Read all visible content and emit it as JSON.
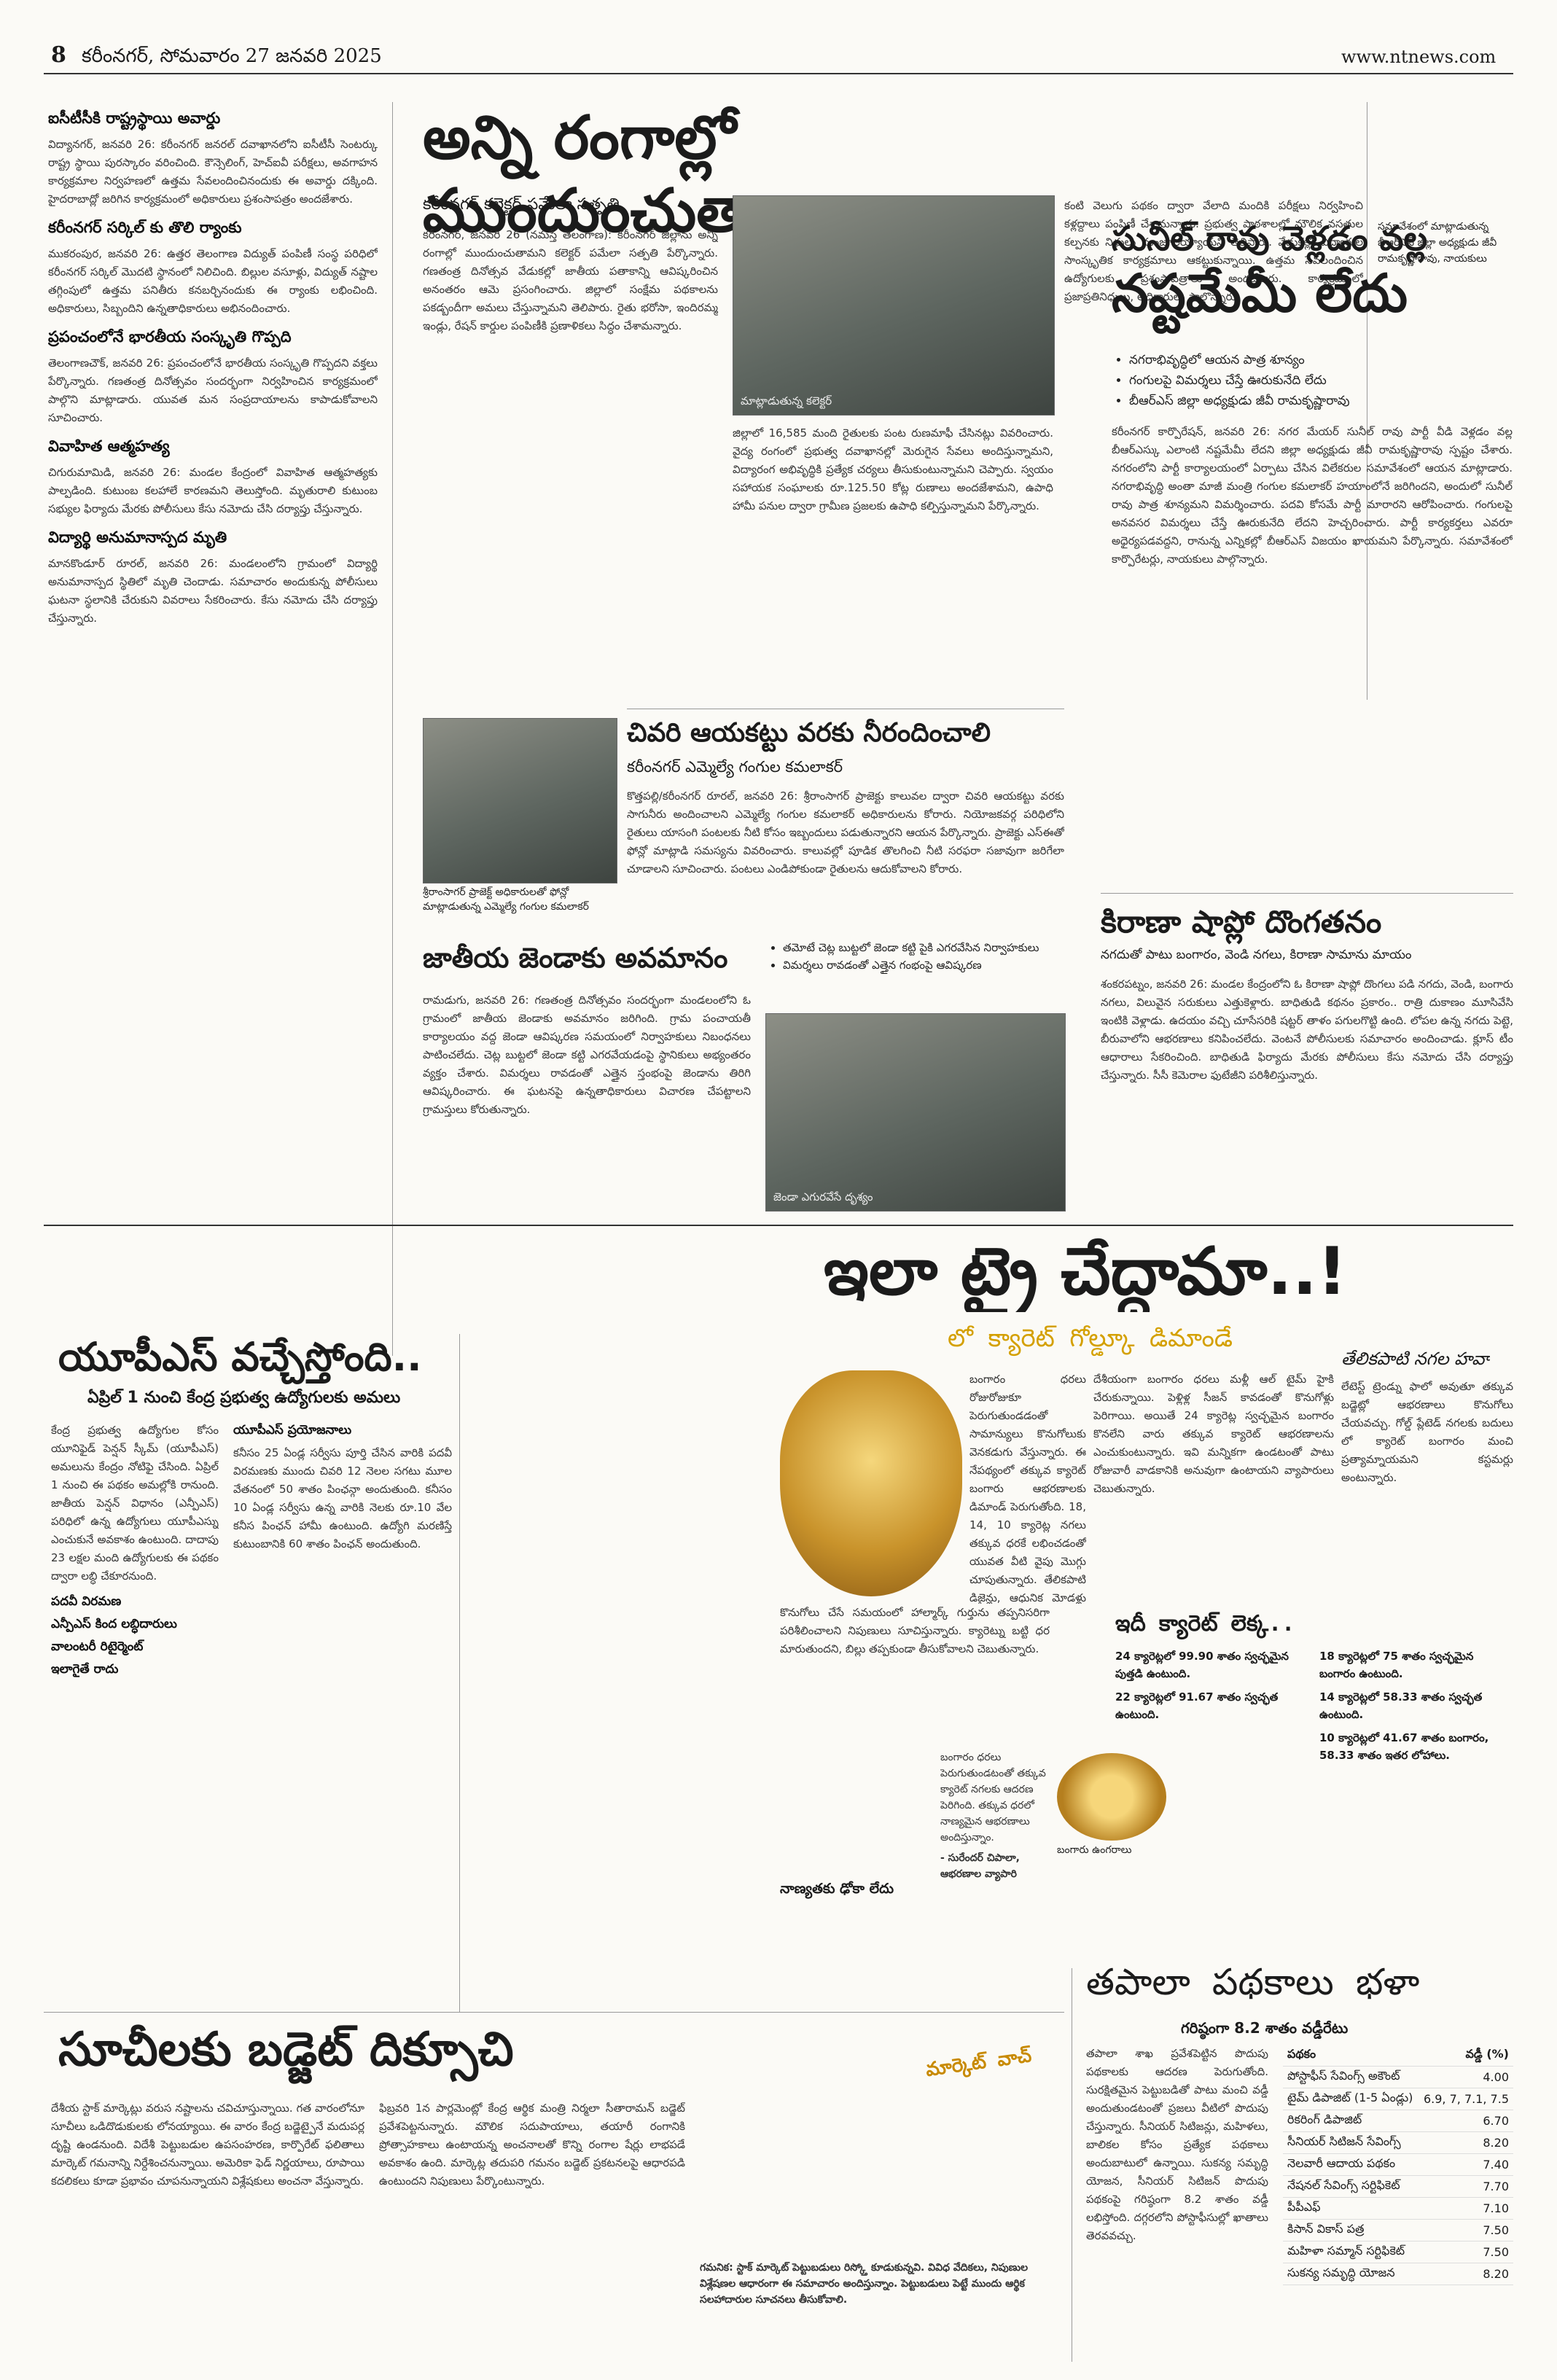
{
  "masthead": {
    "page_number": "8",
    "edition": "కరీంనగర్, సోమవారం 27 జనవరి 2025",
    "website": "www.ntnews.com"
  },
  "left_column": [
    {
      "title": "ఐసీటీసీకి రాష్ట్రస్థాయి అవార్డు",
      "body": "విద్యానగర్, జనవరి 26: కరీంనగర్ జనరల్ దవాఖానలోని ఐసీటీసీ సెంటర్కు రాష్ట్ర స్థాయి పురస్కారం వరించింది. కౌన్సెలింగ్, హెచ్ఐవీ పరీక్షలు, అవగాహన కార్యక్రమాల నిర్వహణలో ఉత్తమ సేవలందించినందుకు ఈ అవార్డు దక్కింది. హైదరాబాద్లో జరిగిన కార్యక్రమంలో అధికారులు ప్రశంసాపత్రం అందజేశారు."
    },
    {
      "title": "కరీంనగర్ సర్కిల్ కు తొలి ర్యాంకు",
      "body": "ముకరంపుర, జనవరి 26: ఉత్తర తెలంగాణ విద్యుత్ పంపిణీ సంస్థ పరిధిలో కరీంనగర్ సర్కిల్ మొదటి స్థానంలో నిలిచింది. బిల్లుల వసూళ్లు, విద్యుత్ నష్టాల తగ్గింపులో ఉత్తమ పనితీరు కనబర్చినందుకు ఈ ర్యాంకు లభించింది. అధికారులు, సిబ్బందిని ఉన్నతాధికారులు అభినందించారు."
    },
    {
      "title": "ప్రపంచంలోనే భారతీయ సంస్కృతి గొప్పది",
      "body": "తెలంగాణచౌక్, జనవరి 26: ప్రపంచంలోనే భారతీయ సంస్కృతి గొప్పదని వక్తలు పేర్కొన్నారు. గణతంత్ర దినోత్సవం సందర్భంగా నిర్వహించిన కార్యక్రమంలో పాల్గొని మాట్లాడారు. యువత మన సంప్రదాయాలను కాపాడుకోవాలని సూచించారు."
    },
    {
      "title": "వివాహిత ఆత్మహత్య",
      "body": "చిగురుమామిడి, జనవరి 26: మండల కేంద్రంలో వివాహిత ఆత్మహత్యకు పాల్పడింది. కుటుంబ కలహాలే కారణమని తెలుస్తోంది. మృతురాలి కుటుంబ సభ్యుల ఫిర్యాదు మేరకు పోలీసులు కేసు నమోదు చేసి దర్యాప్తు చేస్తున్నారు."
    },
    {
      "title": "విద్యార్థి అనుమానాస్పద మృతి",
      "body": "మానకొండూర్ రూరల్, జనవరి 26: మండలంలోని గ్రామంలో విద్యార్థి అనుమానాస్పద స్థితిలో మృతి చెందాడు. సమాచారం అందుకున్న పోలీసులు ఘటనా స్థలానికి చేరుకుని వివరాలు సేకరించారు. కేసు నమోదు చేసి దర్యాప్తు చేస్తున్నారు."
    }
  ],
  "lead_story": {
    "headline": "అన్ని రంగాల్లో ముందుంచుతాం",
    "byline": "కరీంనగర్ కలెక్టర్ పమేలా సత్పతి",
    "photo_caption": "మాట్లాడుతున్న కలెక్టర్",
    "body_1": "కరీంనగర్, జనవరి 26 (నమస్తే తెలంగాణ): కరీంనగర్ జిల్లాను అన్ని రంగాల్లో ముందుంచుతామని కలెక్టర్ పమేలా సత్పతి పేర్కొన్నారు. గణతంత్ర దినోత్సవ వేడుకల్లో జాతీయ పతాకాన్ని ఆవిష్కరించిన అనంతరం ఆమె ప్రసంగించారు. జిల్లాలో సంక్షేమ పథకాలను పకడ్బందీగా అమలు చేస్తున్నామని తెలిపారు. రైతు భరోసా, ఇందిరమ్మ ఇండ్లు, రేషన్ కార్డుల పంపిణీకి ప్రణాళికలు సిద్ధం చేశామన్నారు.",
    "body_2": "జిల్లాలో 16,585 మంది రైతులకు పంట రుణమాఫీ చేసినట్లు వివరించారు. వైద్య రంగంలో ప్రభుత్వ దవాఖానల్లో మెరుగైన సేవలు అందిస్తున్నామని, విద్యారంగ అభివృద్ధికి ప్రత్యేక చర్యలు తీసుకుంటున్నామని చెప్పారు. స్వయం సహాయక సంఘాలకు రూ.125.50 కోట్ల రుణాలు అందజేశామని, ఉపాధి హామీ పనుల ద్వారా గ్రామీణ ప్రజలకు ఉపాధి కల్పిస్తున్నామని పేర్కొన్నారు.",
    "body_3": "కంటి వెలుగు పథకం ద్వారా వేలాది మందికి పరీక్షలు నిర్వహించి కళ్లద్దాలు పంపిణీ చేశామన్నారు. ప్రభుత్వ పాఠశాలల్లో మౌలిక వసతుల కల్పనకు నిధులు మంజూరయ్యాయని తెలిపారు. వేడుకల్లో విద్యార్థుల సాంస్కృతిక కార్యక్రమాలు ఆకట్టుకున్నాయి. ఉత్తమ సేవలందించిన ఉద్యోగులకు ప్రశంసాపత్రాలు అందజేశారు. కార్యక్రమంలో ప్రజాప్రతినిధులు, అధికారులు పాల్గొన్నారు."
  },
  "sunil_story": {
    "headline_1": "సునీల్ రావు వెళ్లడం వల్ల",
    "headline_2": "నష్టమేమీ లేదు",
    "side_note": "సమావేశంలో మాట్లాడుతున్న బీఆర్ఎస్ జిల్లా అధ్యక్షుడు జీవీ రామకృష్ణారావు, నాయకులు",
    "bullet_1": "నగరాభివృద్ధిలో ఆయన పాత్ర శూన్యం",
    "bullet_2": "గంగులపై విమర్శలు చేస్తే ఊరుకునేది లేదు",
    "bullet_3": "బీఆర్ఎస్ జిల్లా అధ్యక్షుడు జీవీ రామకృష్ణారావు",
    "body": "కరీంనగర్ కార్పొరేషన్, జనవరి 26: నగర మేయర్ సునీల్ రావు పార్టీ వీడి వెళ్లడం వల్ల బీఆర్ఎస్కు ఎలాంటి నష్టమేమీ లేదని జిల్లా అధ్యక్షుడు జీవీ రామకృష్ణారావు స్పష్టం చేశారు. నగరంలోని పార్టీ కార్యాలయంలో ఏర్పాటు చేసిన విలేకరుల సమావేశంలో ఆయన మాట్లాడారు. నగరాభివృద్ధి అంతా మాజీ మంత్రి గంగుల కమలాకర్ హయాంలోనే జరిగిందని, అందులో సునీల్ రావు పాత్ర శూన్యమని విమర్శించారు. పదవి కోసమే పార్టీ మారారని ఆరోపించారు. గంగులపై అనవసర విమర్శలు చేస్తే ఊరుకునేది లేదని హెచ్చరించారు. పార్టీ కార్యకర్తలు ఎవరూ అధైర్యపడవద్దని, రానున్న ఎన్నికల్లో బీఆర్ఎస్ విజయం ఖాయమని పేర్కొన్నారు. సమావేశంలో కార్పొరేటర్లు, నాయకులు పాల్గొన్నారు."
  },
  "irrigation_story": {
    "headline": "చివరి ఆయకట్టు వరకు నీరందించాలి",
    "byline": "కరీంనగర్ ఎమ్మెల్యే గంగుల కమలాకర్",
    "photo_caption": "శ్రీరాంసాగర్ ప్రాజెక్ట్ అధికారులతో ఫోన్లో మాట్లాడుతున్న ఎమ్మెల్యే గంగుల కమలాకర్",
    "body": "కొత్తపల్లి/కరీంనగర్ రూరల్, జనవరి 26: శ్రీరాంసాగర్ ప్రాజెక్టు కాలువల ద్వారా చివరి ఆయకట్టు వరకు సాగునీరు అందించాలని ఎమ్మెల్యే గంగుల కమలాకర్ అధికారులను కోరారు. నియోజకవర్గ పరిధిలోని రైతులు యాసంగి పంటలకు నీటి కోసం ఇబ్బందులు పడుతున్నారని ఆయన పేర్కొన్నారు. ప్రాజెక్టు ఎస్ఈతో ఫోన్లో మాట్లాడి సమస్యను వివరించారు. కాలువల్లో పూడిక తొలగించి నీటి సరఫరా సజావుగా జరిగేలా చూడాలని సూచించారు. పంటలు ఎండిపోకుండా రైతులను ఆదుకోవాలని కోరారు."
  },
  "flag_story": {
    "headline": "జాతీయ జెండాకు అవమానం",
    "bullet_1": "తమోటే చెట్ల బుట్టలో జెండా కట్టి పైకి ఎగరవేసిన నిర్వాహకులు",
    "bullet_2": "విమర్శలు రావడంతో ఎత్తైన గంభంపై ఆవిష్కరణ",
    "photo_caption": "జెండా ఎగురవేసే దృశ్యం",
    "body": "రామడుగు, జనవరి 26: గణతంత్ర దినోత్సవం సందర్భంగా మండలంలోని ఓ గ్రామంలో జాతీయ జెండాకు అవమానం జరిగింది. గ్రామ పంచాయతీ కార్యాలయం వద్ద జెండా ఆవిష్కరణ సమయంలో నిర్వాహకులు నిబంధనలు పాటించలేదు. చెట్ల బుట్టలో జెండా కట్టి ఎగరవేయడంపై స్థానికులు అభ్యంతరం వ్యక్తం చేశారు. విమర్శలు రావడంతో ఎత్తైన స్తంభంపై జెండాను తిరిగి ఆవిష్కరించారు. ఈ ఘటనపై ఉన్నతాధికారులు విచారణ చేపట్టాలని గ్రామస్తులు కోరుతున్నారు."
  },
  "grocery_story": {
    "headline": "కిరాణా షాప్లో దొంగతనం",
    "subhead": "నగదుతో పాటు బంగారం, వెండి నగలు, కిరాణా సామాను మాయం",
    "body": "శంకరపట్నం, జనవరి 26: మండల కేంద్రంలోని ఓ కిరాణా షాప్లో దొంగలు పడి నగదు, వెండి, బంగారు నగలు, విలువైన సరుకులు ఎత్తుకెళ్లారు. బాధితుడి కథనం ప్రకారం.. రాత్రి దుకాణం మూసివేసి ఇంటికి వెళ్లాడు. ఉదయం వచ్చి చూసేసరికి షట్టర్ తాళం పగులగొట్టి ఉంది. లోపల ఉన్న నగదు పెట్టె, బీరువాలోని ఆభరణాలు కనిపించలేదు. వెంటనే పోలీసులకు సమాచారం అందించాడు. క్లూస్ టీం ఆధారాలు సేకరించింది. బాధితుడి ఫిర్యాదు మేరకు పోలీసులు కేసు నమోదు చేసి దర్యాప్తు చేస్తున్నారు. సీసీ కెమెరాల ఫుటేజీని పరిశీలిస్తున్నారు."
  },
  "gold_feature": {
    "headline": "ఇలా ట్రై చేద్దామా..!",
    "subhead": "లో క్యారెట్ గోల్డ్కూ డిమాండే",
    "side_label": "తేలికపాటి నగల హవా",
    "body_1": "బంగారం ధరలు రోజురోజుకూ పెరుగుతుండడంతో సామాన్యులు కొనుగోలుకు వెనకడుగు వేస్తున్నారు. ఈ నేపథ్యంలో తక్కువ క్యారెట్ బంగారు ఆభరణాలకు డిమాండ్ పెరుగుతోంది. 18, 14, 10 క్యారెట్ల నగలు తక్కువ ధరకే లభించడంతో యువత వీటి వైపు మొగ్గు చూపుతున్నారు. తేలికపాటి డిజైన్లు, ఆధునిక మోడళ్లు ఆకట్టుకుంటున్నాయి.",
    "body_2": "దేశీయంగా బంగారం ధరలు మళ్లీ ఆల్ టైమ్ హైకి చేరుకున్నాయి. పెళ్లిళ్ల సీజన్ కావడంతో కొనుగోళ్లు పెరిగాయి. అయితే 24 క్యారెట్ల స్వచ్ఛమైన బంగారం కొనలేని వారు తక్కువ క్యారెట్ ఆభరణాలను ఎంచుకుంటున్నారు. ఇవి మన్నికగా ఉండటంతో పాటు రోజువారీ వాడకానికి అనువుగా ఉంటాయని వ్యాపారులు చెబుతున్నారు.",
    "body_3": "కొనుగోలు చేసే సమయంలో హాల్మార్క్ గుర్తును తప్పనిసరిగా పరిశీలించాలని నిపుణులు సూచిస్తున్నారు. క్యారెట్ను బట్టి ధర మారుతుందని, బిల్లు తప్పకుండా తీసుకోవాలని చెబుతున్నారు.",
    "body_right": "లేటెస్ట్ ట్రెండ్ను ఫాలో అవుతూ తక్కువ బడ్జెట్లో ఆభరణాలు కొనుగోలు చేయవచ్చు. గోల్డ్ ప్లేటెడ్ నగలకు బదులు లో క్యారెట్ బంగారం మంచి ప్రత్యామ్నాయమని కస్టమర్లు అంటున్నారు.",
    "quote": "బంగారం ధరలు పెరుగుతుండటంతో తక్కువ క్యారెట్ నగలకు ఆదరణ పెరిగింది. తక్కువ ధరలో నాణ్యమైన ఆభరణాలు అందిస్తున్నాం.",
    "quote_attribution": "- సురేందర్ చిపాలా, ఆభరణాల వ్యాపారి",
    "small_head": "నాణ్యతకు ఢోకా లేదు",
    "ring_caption": "బంగారు ఉంగరాలు",
    "karat_box_title": "ఇదీ క్యారెట్ లెక్క..",
    "karat_left": [
      "24 క్యారెట్లలో 99.90 శాతం స్వచ్ఛమైన పుత్తడి ఉంటుంది.",
      "22 క్యారెట్లలో 91.67 శాతం స్వచ్ఛత ఉంటుంది."
    ],
    "karat_right": [
      "18 క్యారెట్లలో 75 శాతం స్వచ్ఛమైన బంగారం ఉంటుంది.",
      "14 క్యారెట్లలో 58.33 శాతం స్వచ్ఛత ఉంటుంది.",
      "10 క్యారెట్లలో 41.67 శాతం బంగారం, 58.33 శాతం ఇతర లోహాలు."
    ]
  },
  "ups_story": {
    "headline": "యూపీఎస్ వచ్చేస్తోంది..",
    "subhead": "ఏప్రిల్ 1 నుంచి కేంద్ర ప్రభుత్వ ఉద్యోగులకు అమలు",
    "body": "కేంద్ర ప్రభుత్వ ఉద్యోగుల కోసం యూనిఫైడ్ పెన్షన్ స్కీమ్ (యూపీఎస్) అమలును కేంద్రం నోటిఫై చేసింది. ఏప్రిల్ 1 నుంచి ఈ పథకం అమల్లోకి రానుంది. జాతీయ పెన్షన్ విధానం (ఎన్పీఎస్) పరిధిలో ఉన్న ఉద్యోగులు యూపీఎస్ను ఎంచుకునే అవకాశం ఉంటుంది. దాదాపు 23 లక్షల మంది ఉద్యోగులకు ఈ పథకం ద్వారా లబ్ధి చేకూరనుంది.",
    "body_2": "కనీసం 25 ఏండ్ల సర్వీసు పూర్తి చేసిన వారికి పదవీ విరమణకు ముందు చివరి 12 నెలల సగటు మూల వేతనంలో 50 శాతం పింఛన్గా అందుతుంది. కనీసం 10 ఏండ్ల సర్వీసు ఉన్న వారికి నెలకు రూ.10 వేల కనీస పింఛన్ హామీ ఉంటుంది. ఉద్యోగి మరణిస్తే కుటుంబానికి 60 శాతం పింఛన్ అందుతుంది.",
    "sub_heads": [
      "యూపీఎస్ ప్రయోజనాలు",
      "పదవీ విరమణ",
      "ఎన్పీఎస్ కింద లబ్ధిదారులు",
      "వాలంటరీ రిటైర్మెంట్",
      "ఇలాగైతే రాదు"
    ]
  },
  "market_story": {
    "headline": "సూచీలకు బడ్జెట్ దిక్సూచి",
    "tag": "మార్కెట్ వాచ్",
    "body": "దేశీయ స్టాక్ మార్కెట్లు వరుస నష్టాలను చవిచూస్తున్నాయి. గత వారంలోనూ సూచీలు ఒడిదొడుకులకు లోనయ్యాయి. ఈ వారం కేంద్ర బడ్జెట్పైనే మదుపర్ల దృష్టి ఉండనుంది. విదేశీ పెట్టుబడుల ఉపసంహరణ, కార్పొరేట్ ఫలితాలు మార్కెట్ గమనాన్ని నిర్దేశించనున్నాయి. అమెరికా ఫెడ్ నిర్ణయాలు, రూపాయి కదలికలు కూడా ప్రభావం చూపనున్నాయని విశ్లేషకులు అంచనా వేస్తున్నారు.",
    "body_2": "ఫిబ్రవరి 1న పార్లమెంట్లో కేంద్ర ఆర్థిక మంత్రి నిర్మలా సీతారామన్ బడ్జెట్ ప్రవేశపెట్టనున్నారు. మౌలిక సదుపాయాలు, తయారీ రంగానికి ప్రోత్సాహకాలు ఉంటాయన్న అంచనాలతో కొన్ని రంగాల షేర్లు లాభపడే అవకాశం ఉంది. మార్కెట్ల తదుపరి గమనం బడ్జెట్ ప్రకటనలపై ఆధారపడి ఉంటుందని నిపుణులు పేర్కొంటున్నారు.",
    "disclaimer": "గమనిక: స్టాక్ మార్కెట్ పెట్టుబడులు రిస్క్తో కూడుకున్నవి. వివిధ వేదికలు, నిపుణుల విశ్లేషణల ఆధారంగా ఈ సమాచారం అందిస్తున్నాం. పెట్టుబడులు పెట్టే ముందు ఆర్థిక సలహాదారుల సూచనలు తీసుకోవాలి."
  },
  "postal_story": {
    "headline": "తపాలా పథకాలు భళా",
    "subhead": "గరిష్ఠంగా 8.2 శాతం వడ్డీరేటు",
    "body": "తపాలా శాఖ ప్రవేశపెట్టిన పొదుపు పథకాలకు ఆదరణ పెరుగుతోంది. సురక్షితమైన పెట్టుబడితో పాటు మంచి వడ్డీ అందుతుండటంతో ప్రజలు వీటిలో పొదుపు చేస్తున్నారు. సీనియర్ సిటిజన్లు, మహిళలు, బాలికల కోసం ప్రత్యేక పథకాలు అందుబాటులో ఉన్నాయి. సుకన్య సమృద్ధి యోజన, సీనియర్ సిటిజన్ పొదుపు పథకంపై గరిష్ఠంగా 8.2 శాతం వడ్డీ లభిస్తోంది. దగ్గరలోని పోస్టాఫీసుల్లో ఖాతాలు తెరవవచ్చు.",
    "table_headers": [
      "పథకం",
      "వడ్డీ (%)"
    ],
    "rows": [
      [
        "పోస్టాఫీస్ సేవింగ్స్ అకౌంట్",
        "4.00"
      ],
      [
        "టైమ్ డిపాజిట్ (1-5 ఏండ్లు)",
        "6.9, 7, 7.1, 7.5"
      ],
      [
        "రికరింగ్ డిపాజిట్",
        "6.70"
      ],
      [
        "సీనియర్ సిటిజన్ సేవింగ్స్",
        "8.20"
      ],
      [
        "నెలవారీ ఆదాయ పథకం",
        "7.40"
      ],
      [
        "నేషనల్ సేవింగ్స్ సర్టిఫికెట్",
        "7.70"
      ],
      [
        "పీపీఎఫ్",
        "7.10"
      ],
      [
        "కిసాన్ వికాస్ పత్ర",
        "7.50"
      ],
      [
        "మహిళా సమ్మాన్ సర్టిఫికెట్",
        "7.50"
      ],
      [
        "సుకన్య సమృద్ధి యోజన",
        "8.20"
      ]
    ]
  }
}
